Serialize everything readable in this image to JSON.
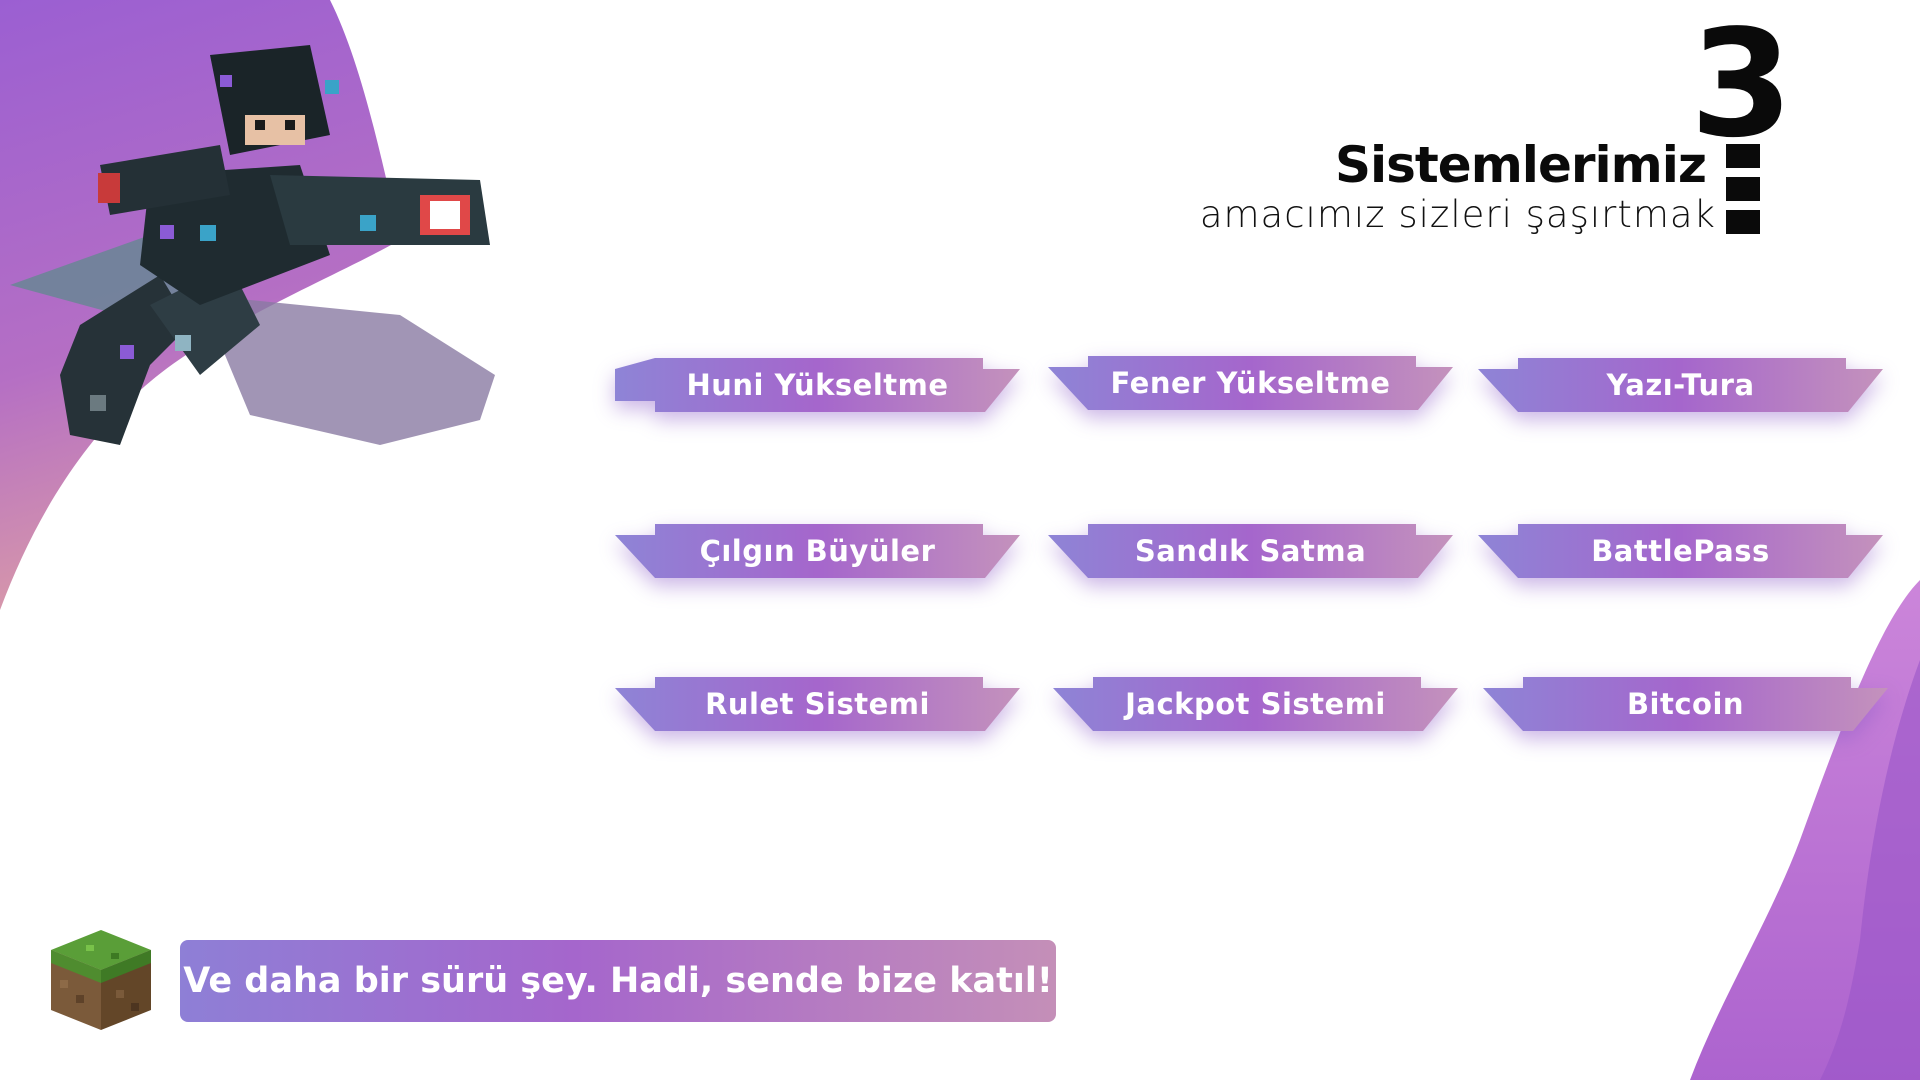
{
  "header": {
    "number": "3",
    "title": "Sistemlerimiz",
    "subtitle": "amacımız sizleri şaşırtmak"
  },
  "features": [
    {
      "label": "Huni Yükseltme"
    },
    {
      "label": "Fener Yükseltme"
    },
    {
      "label": "Yazı-Tura"
    },
    {
      "label": "Çılgın Büyüler"
    },
    {
      "label": "Sandık Satma"
    },
    {
      "label": "BattlePass"
    },
    {
      "label": "Rulet Sistemi"
    },
    {
      "label": "Jackpot Sistemi"
    },
    {
      "label": "Bitcoin"
    }
  ],
  "footer": {
    "banner_text": "Ve daha bir sürü şey. Hadi, sende bize katıl!"
  },
  "colors": {
    "ribbon_start": "#8e7fd6",
    "ribbon_mid": "#a566cc",
    "ribbon_end": "#c48fb8",
    "heading": "#0a0a0a"
  },
  "icons": {
    "character": "minecraft-character-icon",
    "grass_block": "grass-block-icon"
  }
}
